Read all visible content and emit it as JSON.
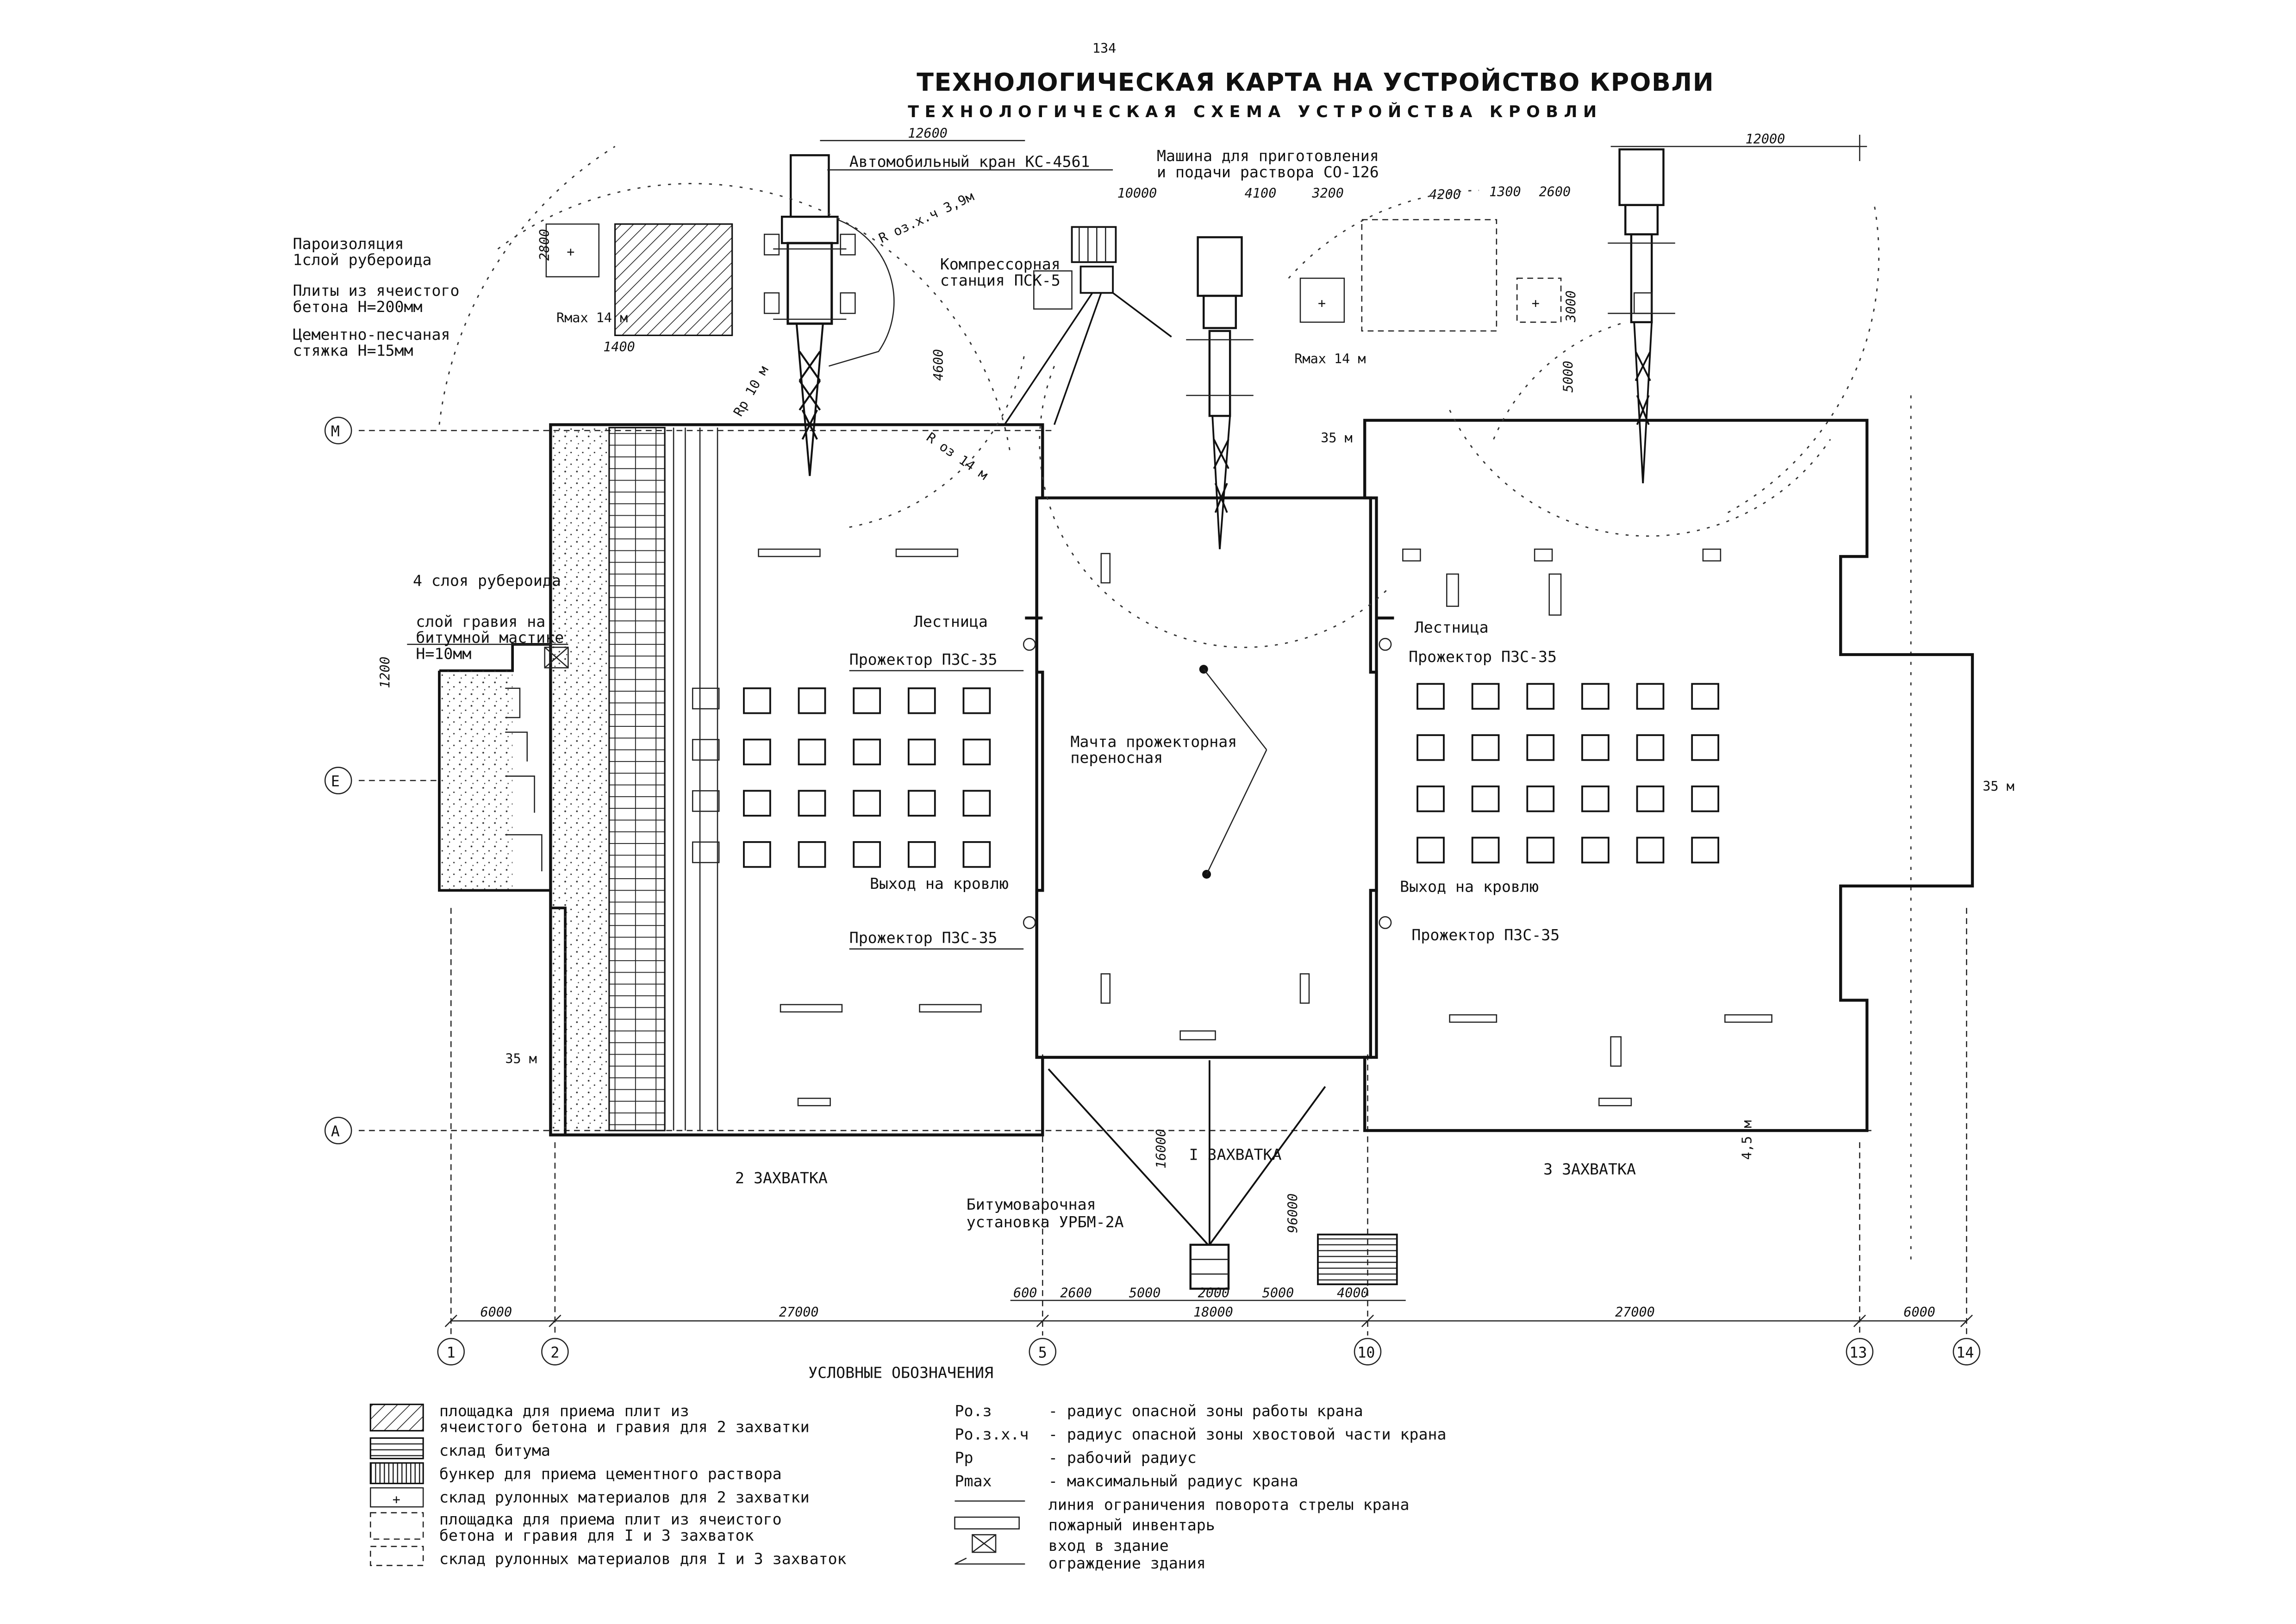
{
  "page_number": "134",
  "title": "ТЕХНОЛОГИЧЕСКАЯ КАРТА НА УСТРОЙСТВО КРОВЛИ",
  "subtitle": "ТЕХНОЛОГИЧЕСКАЯ СХЕМА УСТРОЙСТВА КРОВЛИ",
  "labels": {
    "crane": "Автомобильный кран КС-4561",
    "mortar_machine_1": "Машина для приготовления",
    "mortar_machine_2": "и подачи раствора СО-126",
    "compressor_1": "Компрессорная",
    "compressor_2": "станция ПСК-5",
    "vapor_1": "Пароизоляция",
    "vapor_2": "1слой рубероида",
    "slabs_1": "Плиты из ячеистого",
    "slabs_2": "бетона Н=200мм",
    "screed_1": "Цементно-песчаная",
    "screed_2": "стяжка Н=15мм",
    "ruberoid4": "4 слоя рубероида",
    "gravel_1": "слой гравия на",
    "gravel_2": "битумной мастике",
    "gravel_3": "Н=10мм",
    "stairs_left": "Лестница",
    "stairs_right": "Лестница",
    "proj_l1": "Прожектор ПЗС-35",
    "proj_l2": "Прожектор ПЗС-35",
    "proj_r1": "Прожектор ПЗС-35",
    "proj_r2": "Прожектор ПЗС-35",
    "mast_1": "Мачта прожекторная",
    "mast_2": "переносная",
    "exit_left": "Выход на кровлю",
    "exit_right": "Выход на кровлю",
    "bitumen_1": "Битумоварочная",
    "bitumen_2": "установка УРБМ-2А",
    "zone1": "I  ЗАХВАТКА",
    "zone2": "2  ЗАХВАТКА",
    "zone3": "3  ЗАХВАТКА",
    "rmax_left": "Rмах 14 м",
    "rmax_mid": "Rмах 14 м",
    "r_ozk": "R оз.х.ч 3,9м",
    "r_oz": "R оз 14 м",
    "rp10": "Rр 10 м",
    "r35": "35 м",
    "r35_l": "35 м",
    "r35_r": "35 м",
    "r45": "4,5 м"
  },
  "dimensions": {
    "top_left": "12600",
    "top_right": "12000",
    "d10000": "10000",
    "d4100": "4100",
    "d3200": "3200",
    "d4200": "4200",
    "d1300": "1300",
    "d2600": "2600",
    "d3000": "3000",
    "d5000": "5000",
    "d4600": "4600",
    "d2800": "2800",
    "d1400": "1400",
    "d1200": "1200",
    "d16000": "16000",
    "d96000": "96000",
    "b600": "600",
    "b2600": "2600",
    "b5000a": "5000",
    "b2000": "2000",
    "b5000b": "5000",
    "b4000": "4000",
    "bot_6000_l": "6000",
    "bot_27000_l": "27000",
    "bot_18000": "18000",
    "bot_27000_r": "27000",
    "bot_6000_r": "6000"
  },
  "axes": {
    "row_m": "М",
    "row_e": "Е",
    "row_a": "А",
    "col_1": "1",
    "col_2": "2",
    "col_5": "5",
    "col_10": "10",
    "col_13": "13",
    "col_14": "14"
  },
  "legend": {
    "heading": "УСЛОВНЫЕ ОБОЗНАЧЕНИЯ",
    "left": [
      "площадка для приема плит из",
      "ячеистого бетона и гравия для 2 захватки",
      "склад битума",
      "бункер для приема цементного раствора",
      "склад рулонных материалов для 2 захватки",
      "площадка для приема плит из ячеистого",
      "бетона и гравия для I и 3 захваток",
      "склад рулонных материалов для I и 3 захваток"
    ],
    "sym_poz": "Ро.з",
    "sym_pozxch": "Ро.з.х.ч",
    "sym_pp": "Рр",
    "sym_pmax": "Рmax",
    "right": [
      "- радиус опасной зоны работы крана",
      "- радиус опасной зоны хвостовой части крана",
      "- рабочий радиус",
      "- максимальный радиус крана",
      "линия ограничения поворота стрелы крана",
      "пожарный инвентарь",
      "вход в здание",
      "ограждение здания"
    ]
  }
}
